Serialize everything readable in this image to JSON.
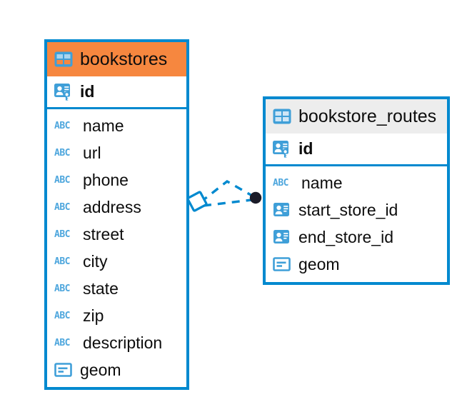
{
  "diagram": {
    "type": "entity-relationship-diagram",
    "background": "#ffffff",
    "accent_color": "#0089cf",
    "header_orange": "#f6873f",
    "header_grey": "#ededed",
    "icon_blue": "#3f9fd8",
    "abc_blue": "#4da6dd",
    "endpoint_color": "#1b1b28"
  },
  "entities": [
    {
      "name": "bookstores",
      "header_style": "orange",
      "table_icon": "table-icon",
      "primary_key": {
        "label": "id",
        "icon": "primary-key-icon"
      },
      "fields": [
        {
          "label": "name",
          "icon": "abc-text-icon",
          "type": "text"
        },
        {
          "label": "url",
          "icon": "abc-text-icon",
          "type": "text"
        },
        {
          "label": "phone",
          "icon": "abc-text-icon",
          "type": "text"
        },
        {
          "label": "address",
          "icon": "abc-text-icon",
          "type": "text"
        },
        {
          "label": "street",
          "icon": "abc-text-icon",
          "type": "text"
        },
        {
          "label": "city",
          "icon": "abc-text-icon",
          "type": "text"
        },
        {
          "label": "state",
          "icon": "abc-text-icon",
          "type": "text"
        },
        {
          "label": "zip",
          "icon": "abc-text-icon",
          "type": "text"
        },
        {
          "label": "description",
          "icon": "abc-text-icon",
          "type": "text"
        },
        {
          "label": "geom",
          "icon": "geometry-icon",
          "type": "geometry"
        }
      ]
    },
    {
      "name": "bookstore_routes",
      "header_style": "grey",
      "table_icon": "table-icon",
      "primary_key": {
        "label": "id",
        "icon": "primary-key-icon"
      },
      "fields": [
        {
          "label": "name",
          "icon": "abc-text-icon",
          "type": "text"
        },
        {
          "label": "start_store_id",
          "icon": "foreign-key-icon",
          "type": "reference"
        },
        {
          "label": "end_store_id",
          "icon": "foreign-key-icon",
          "type": "reference"
        },
        {
          "label": "geom",
          "icon": "geometry-icon",
          "type": "geometry"
        }
      ]
    }
  ],
  "relationship": {
    "source_entity": "bookstores",
    "target_entity": "bookstore_routes",
    "source_marker": "diamond-marker",
    "target_marker": "filled-circle-marker",
    "line_style": "dashed",
    "line_color": "#0089cf",
    "edge_count": 2
  }
}
